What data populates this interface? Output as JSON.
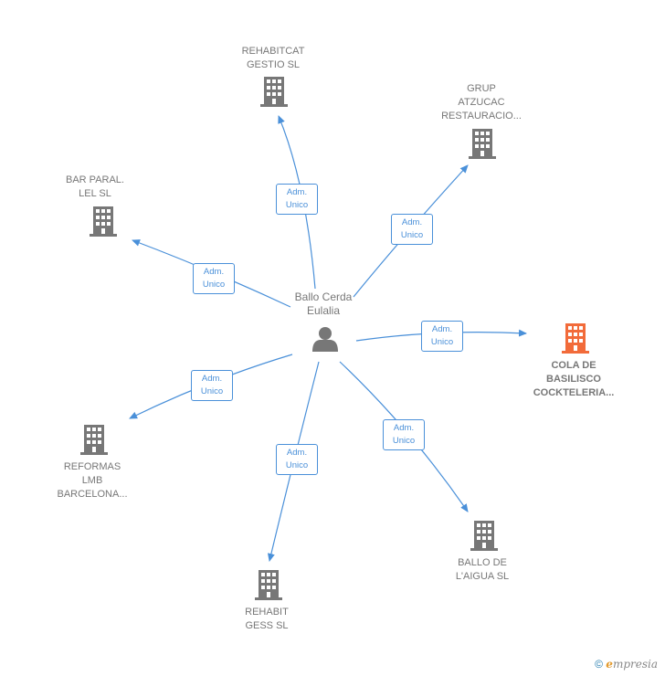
{
  "person": {
    "name": "Ballo Cerda\nEulalia"
  },
  "colors": {
    "edge": "#4a90d9",
    "building": "#777777",
    "highlight": "#f26b3a",
    "person": "#777777"
  },
  "edge_label": "Adm.\nUnico",
  "companies": [
    {
      "id": "rehabitcat",
      "name": "REHABITCAT\nGESTIO  SL",
      "highlight": false
    },
    {
      "id": "grup",
      "name": "GRUP\nATZUCAC\nRESTAURACIO...",
      "highlight": false
    },
    {
      "id": "barparalel",
      "name": "BAR PARAL.\nLEL  SL",
      "highlight": false
    },
    {
      "id": "cola",
      "name": "COLA DE\nBASILISCO\nCOCKTELERIA...",
      "highlight": true
    },
    {
      "id": "reformas",
      "name": "REFORMAS\nLMB\nBARCELONA...",
      "highlight": false
    },
    {
      "id": "rehabit",
      "name": "REHABIT\nGESS  SL",
      "highlight": false
    },
    {
      "id": "ballo",
      "name": "BALLO DE\nL'AIGUA  SL",
      "highlight": false
    }
  ],
  "footer": {
    "copyright": "©",
    "brand_initial": "e",
    "brand_rest": "mpresia"
  }
}
